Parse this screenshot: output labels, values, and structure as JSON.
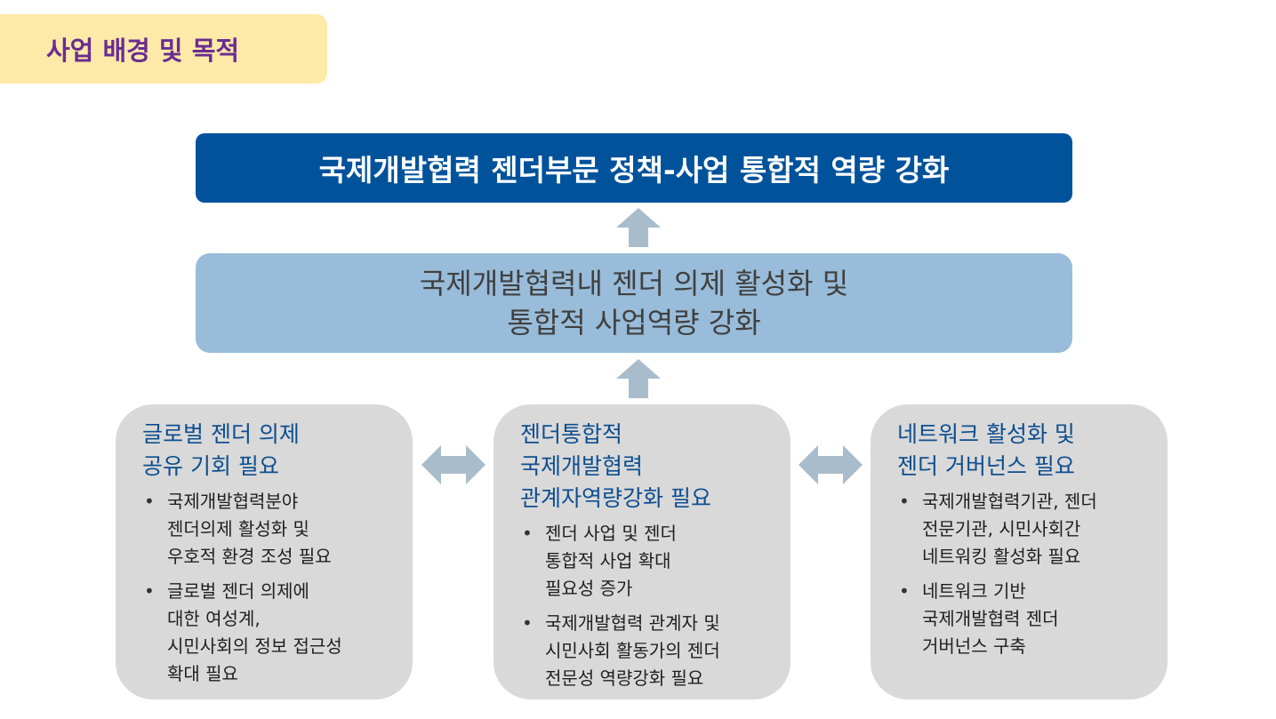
{
  "header": {
    "tag": "사업 배경 및 목적"
  },
  "goal": {
    "text": "국제개발협력 젠더부문 정책-사업 통합적 역량 강화"
  },
  "mid": {
    "line1": "국제개발협력내 젠더 의제 활성화 및",
    "line2": "통합적 사업역량 강화"
  },
  "boxes": [
    {
      "title": [
        "글로벌 젠더 의제",
        "공유 기회 필요"
      ],
      "bullets": [
        "국제개발협력분야\n젠더의제 활성화 및\n우호적 환경 조성 필요",
        "글로벌 젠더 의제에\n대한 여성계,\n시민사회의 정보 접근성\n확대 필요"
      ]
    },
    {
      "title": [
        "젠더통합적",
        "국제개발협력",
        "관계자역량강화 필요"
      ],
      "bullets": [
        "젠더 사업 및 젠더\n통합적 사업 확대\n필요성 증가",
        "국제개발협력 관계자 및\n시민사회 활동가의 젠더\n전문성 역량강화 필요"
      ]
    },
    {
      "title": [
        "네트워크 활성화 및",
        "젠더 거버넌스 필요"
      ],
      "bullets": [
        "국제개발협력기관, 젠더\n전문기관, 시민사회간\n네트워킹 활성화 필요",
        "네트워크 기반\n국제개발협력 젠더\n거버넌스 구축"
      ]
    }
  ],
  "colors": {
    "goal_bg": "#00529b",
    "mid_bg": "#98bcd9",
    "box_bg": "#d9d9d9",
    "arrow": "#a9bccb",
    "tag_bg": "#fdeaa8",
    "tag_text": "#6b2c91"
  },
  "icons": {
    "up_arrow": "arrow-up-icon",
    "double_arrow": "double-arrow-icon"
  }
}
